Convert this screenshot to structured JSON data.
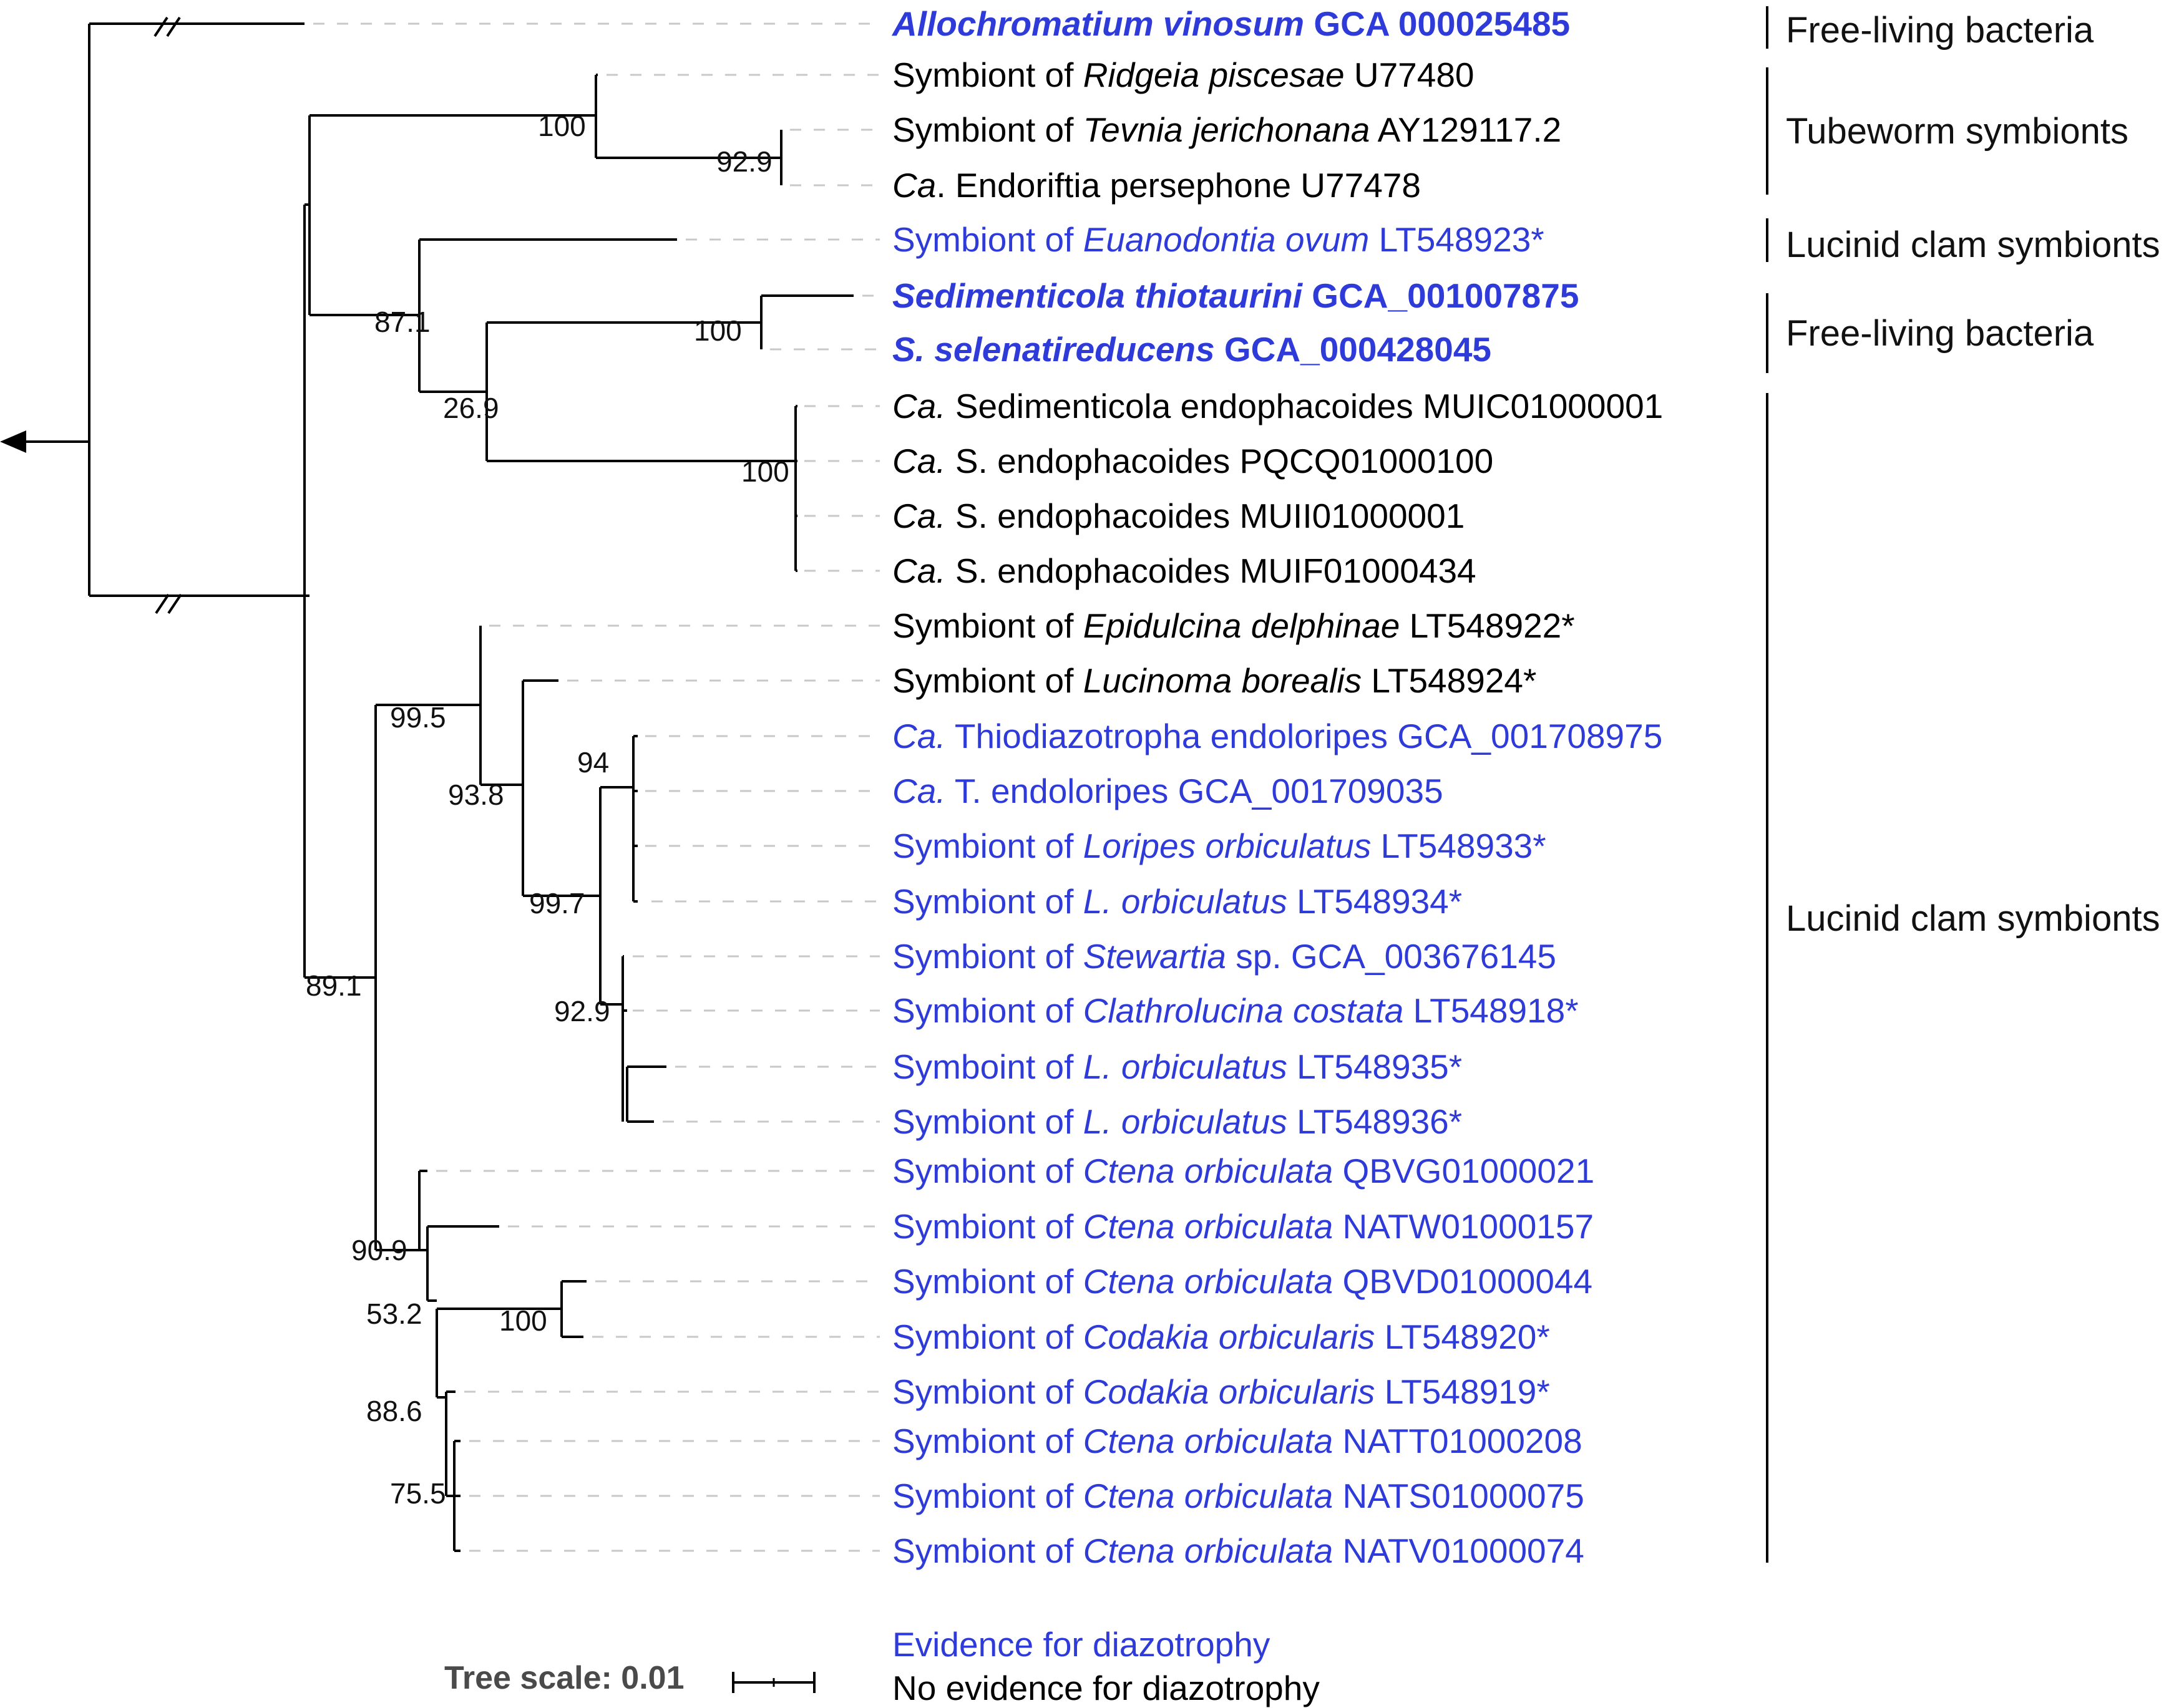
{
  "colors": {
    "diazotrophy": "#2f3bd8",
    "no_diazotrophy": "#000000",
    "guide": "#c8c8c8"
  },
  "tree": {
    "leaves": [
      {
        "parts": [
          {
            "t": "Allochromatium vinosum",
            "i": true,
            "b": true
          },
          {
            "t": " GCA 000025485",
            "b": true
          }
        ],
        "diazotrophy": true
      },
      {
        "parts": [
          {
            "t": "Symbiont of "
          },
          {
            "t": "Ridgeia piscesae",
            "i": true
          },
          {
            "t": " U77480"
          }
        ],
        "diazotrophy": false
      },
      {
        "parts": [
          {
            "t": "Symbiont of "
          },
          {
            "t": "Tevnia jerichonana",
            "i": true
          },
          {
            "t": " AY129117.2"
          }
        ],
        "diazotrophy": false
      },
      {
        "parts": [
          {
            "t": "Ca",
            "i": true
          },
          {
            "t": ". Endoriftia persephone U77478"
          }
        ],
        "diazotrophy": false
      },
      {
        "parts": [
          {
            "t": "Symbiont of "
          },
          {
            "t": "Euanodontia ovum",
            "i": true
          },
          {
            "t": " LT548923*"
          }
        ],
        "diazotrophy": true
      },
      {
        "parts": [
          {
            "t": "Sedimenticola thiotaurini",
            "i": true,
            "b": true
          },
          {
            "t": " GCA_001007875",
            "b": true
          }
        ],
        "diazotrophy": true
      },
      {
        "parts": [
          {
            "t": "S. selenatireducens",
            "i": true,
            "b": true
          },
          {
            "t": " GCA_000428045",
            "b": true
          }
        ],
        "diazotrophy": true
      },
      {
        "parts": [
          {
            "t": "Ca.",
            "i": true
          },
          {
            "t": " Sedimenticola endophacoides MUIC01000001"
          }
        ],
        "diazotrophy": false
      },
      {
        "parts": [
          {
            "t": "Ca.",
            "i": true
          },
          {
            "t": " S. endophacoides PQCQ01000100"
          }
        ],
        "diazotrophy": false
      },
      {
        "parts": [
          {
            "t": "Ca.",
            "i": true
          },
          {
            "t": " S. endophacoides MUII01000001"
          }
        ],
        "diazotrophy": false
      },
      {
        "parts": [
          {
            "t": "Ca.",
            "i": true
          },
          {
            "t": " S. endophacoides MUIF01000434"
          }
        ],
        "diazotrophy": false
      },
      {
        "parts": [
          {
            "t": "Symbiont of "
          },
          {
            "t": "Epidulcina delphinae",
            "i": true
          },
          {
            "t": " LT548922*"
          }
        ],
        "diazotrophy": false
      },
      {
        "parts": [
          {
            "t": "Symbiont of "
          },
          {
            "t": "Lucinoma borealis",
            "i": true
          },
          {
            "t": " LT548924*"
          }
        ],
        "diazotrophy": false
      },
      {
        "parts": [
          {
            "t": "Ca.",
            "i": true
          },
          {
            "t": " Thiodiazotropha endoloripes GCA_001708975"
          }
        ],
        "diazotrophy": true
      },
      {
        "parts": [
          {
            "t": "Ca.",
            "i": true
          },
          {
            "t": " T. endoloripes GCA_001709035"
          }
        ],
        "diazotrophy": true
      },
      {
        "parts": [
          {
            "t": "Symbiont of "
          },
          {
            "t": "Loripes orbiculatus",
            "i": true
          },
          {
            "t": " LT548933*"
          }
        ],
        "diazotrophy": true
      },
      {
        "parts": [
          {
            "t": "Symbiont of "
          },
          {
            "t": "L. orbiculatus",
            "i": true
          },
          {
            "t": "  LT548934*"
          }
        ],
        "diazotrophy": true
      },
      {
        "parts": [
          {
            "t": "Symbiont of "
          },
          {
            "t": "Stewartia",
            "i": true
          },
          {
            "t": " sp. GCA_003676145"
          }
        ],
        "diazotrophy": true
      },
      {
        "parts": [
          {
            "t": "Symbiont of "
          },
          {
            "t": "Clathrolucina costata",
            "i": true
          },
          {
            "t": " LT548918*"
          }
        ],
        "diazotrophy": true
      },
      {
        "parts": [
          {
            "t": "Symboint of "
          },
          {
            "t": "L. orbiculatus",
            "i": true
          },
          {
            "t": "  LT548935*"
          }
        ],
        "diazotrophy": true
      },
      {
        "parts": [
          {
            "t": "Symbiont of "
          },
          {
            "t": "L. orbiculatus",
            "i": true
          },
          {
            "t": "  LT548936*"
          }
        ],
        "diazotrophy": true
      },
      {
        "parts": [
          {
            "t": "Symbiont of "
          },
          {
            "t": "Ctena orbiculata",
            "i": true
          },
          {
            "t": " QBVG01000021"
          }
        ],
        "diazotrophy": true
      },
      {
        "parts": [
          {
            "t": "Symbiont of "
          },
          {
            "t": "Ctena orbiculata",
            "i": true
          },
          {
            "t": " NATW01000157"
          }
        ],
        "diazotrophy": true
      },
      {
        "parts": [
          {
            "t": "Symbiont of "
          },
          {
            "t": "Ctena orbiculata",
            "i": true
          },
          {
            "t": " QBVD01000044"
          }
        ],
        "diazotrophy": true
      },
      {
        "parts": [
          {
            "t": "Symbiont of "
          },
          {
            "t": "Codakia orbicularis",
            "i": true
          },
          {
            "t": " LT548920*"
          }
        ],
        "diazotrophy": true
      },
      {
        "parts": [
          {
            "t": "Symbiont of "
          },
          {
            "t": "Codakia orbicularis",
            "i": true
          },
          {
            "t": " LT548919*"
          }
        ],
        "diazotrophy": true
      },
      {
        "parts": [
          {
            "t": "Symbiont of "
          },
          {
            "t": "Ctena orbiculata",
            "i": true
          },
          {
            "t": " NATT01000208"
          }
        ],
        "diazotrophy": true
      },
      {
        "parts": [
          {
            "t": "Symbiont of "
          },
          {
            "t": "Ctena orbiculata",
            "i": true
          },
          {
            "t": " NATS01000075"
          }
        ],
        "diazotrophy": true
      },
      {
        "parts": [
          {
            "t": "Symbiont of "
          },
          {
            "t": "Ctena orbiculata",
            "i": true
          },
          {
            "t": " NATV01000074"
          }
        ],
        "diazotrophy": true
      }
    ],
    "support_values": [
      "100",
      "92.9",
      "87.1",
      "26.9",
      "100",
      "100",
      "99.5",
      "93.8",
      "94",
      "99.7",
      "92.9",
      "89.1",
      "90.9",
      "53.2",
      "100",
      "88.6",
      "75.5"
    ],
    "groups": [
      "Free-living bacteria",
      "Tubeworm symbionts",
      "Lucinid clam symbionts",
      "Free-living bacteria",
      "Lucinid clam symbionts"
    ]
  },
  "scale": {
    "label": "Tree scale: 0.01"
  },
  "legend": {
    "evidence": "Evidence for diazotrophy",
    "no_evidence": "No evidence for diazotrophy"
  }
}
